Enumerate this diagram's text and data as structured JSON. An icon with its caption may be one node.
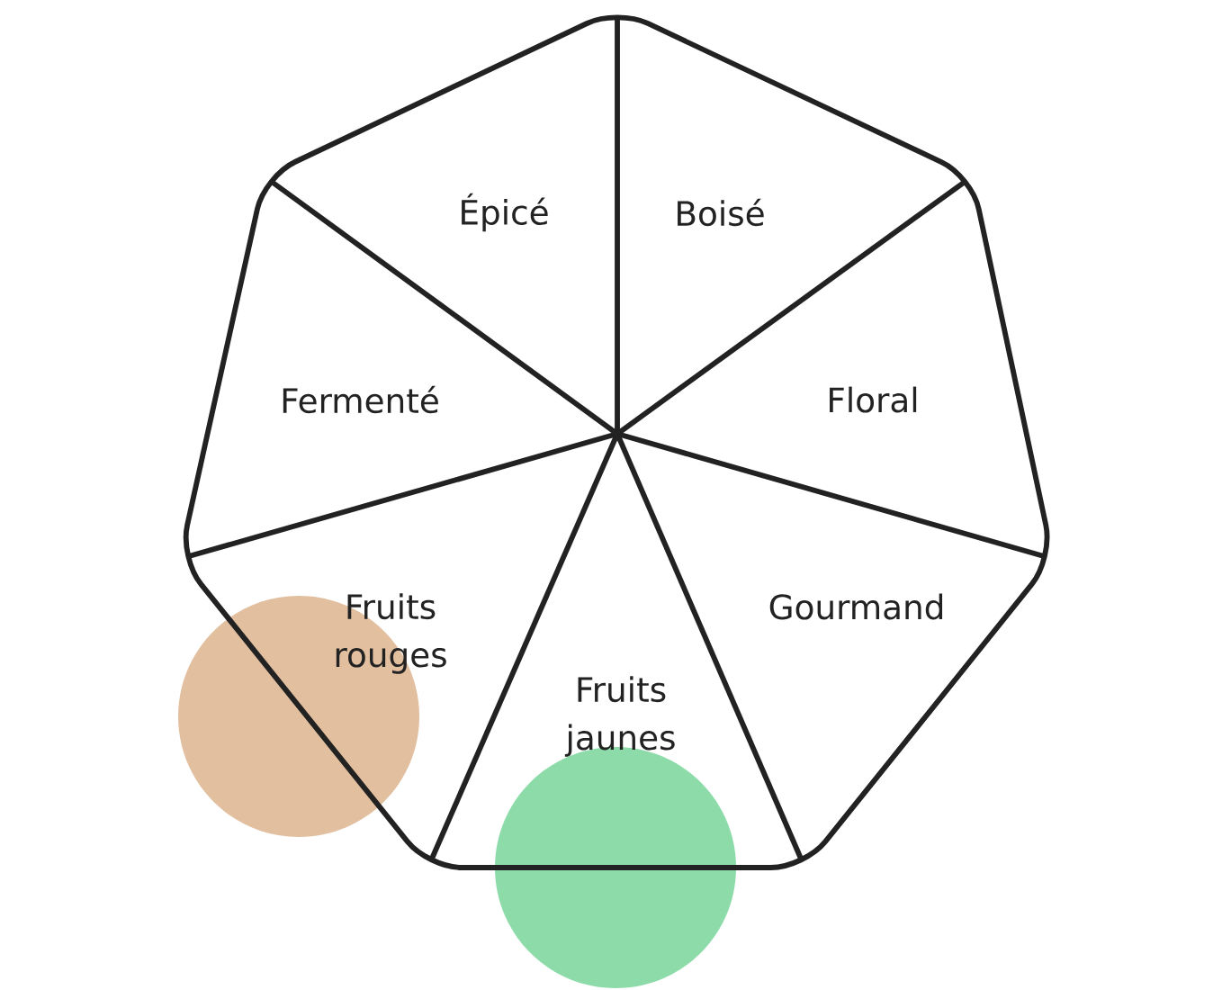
{
  "diagram": {
    "nodes": [
      {
        "text": [
          "Épicé"
        ]
      },
      {
        "text": [
          "Boisé"
        ]
      },
      {
        "text": [
          "Fermenté"
        ]
      },
      {
        "text": [
          "Floral"
        ]
      },
      {
        "text": [
          "Fruits rouges"
        ]
      },
      {
        "text": [
          "Gourmand"
        ]
      },
      {
        "text": [
          "Fruits jaunes"
        ]
      },
      {
        "text": [],
        "shape": "circle"
      },
      {
        "text": [],
        "shape": "circle"
      }
    ]
  }
}
